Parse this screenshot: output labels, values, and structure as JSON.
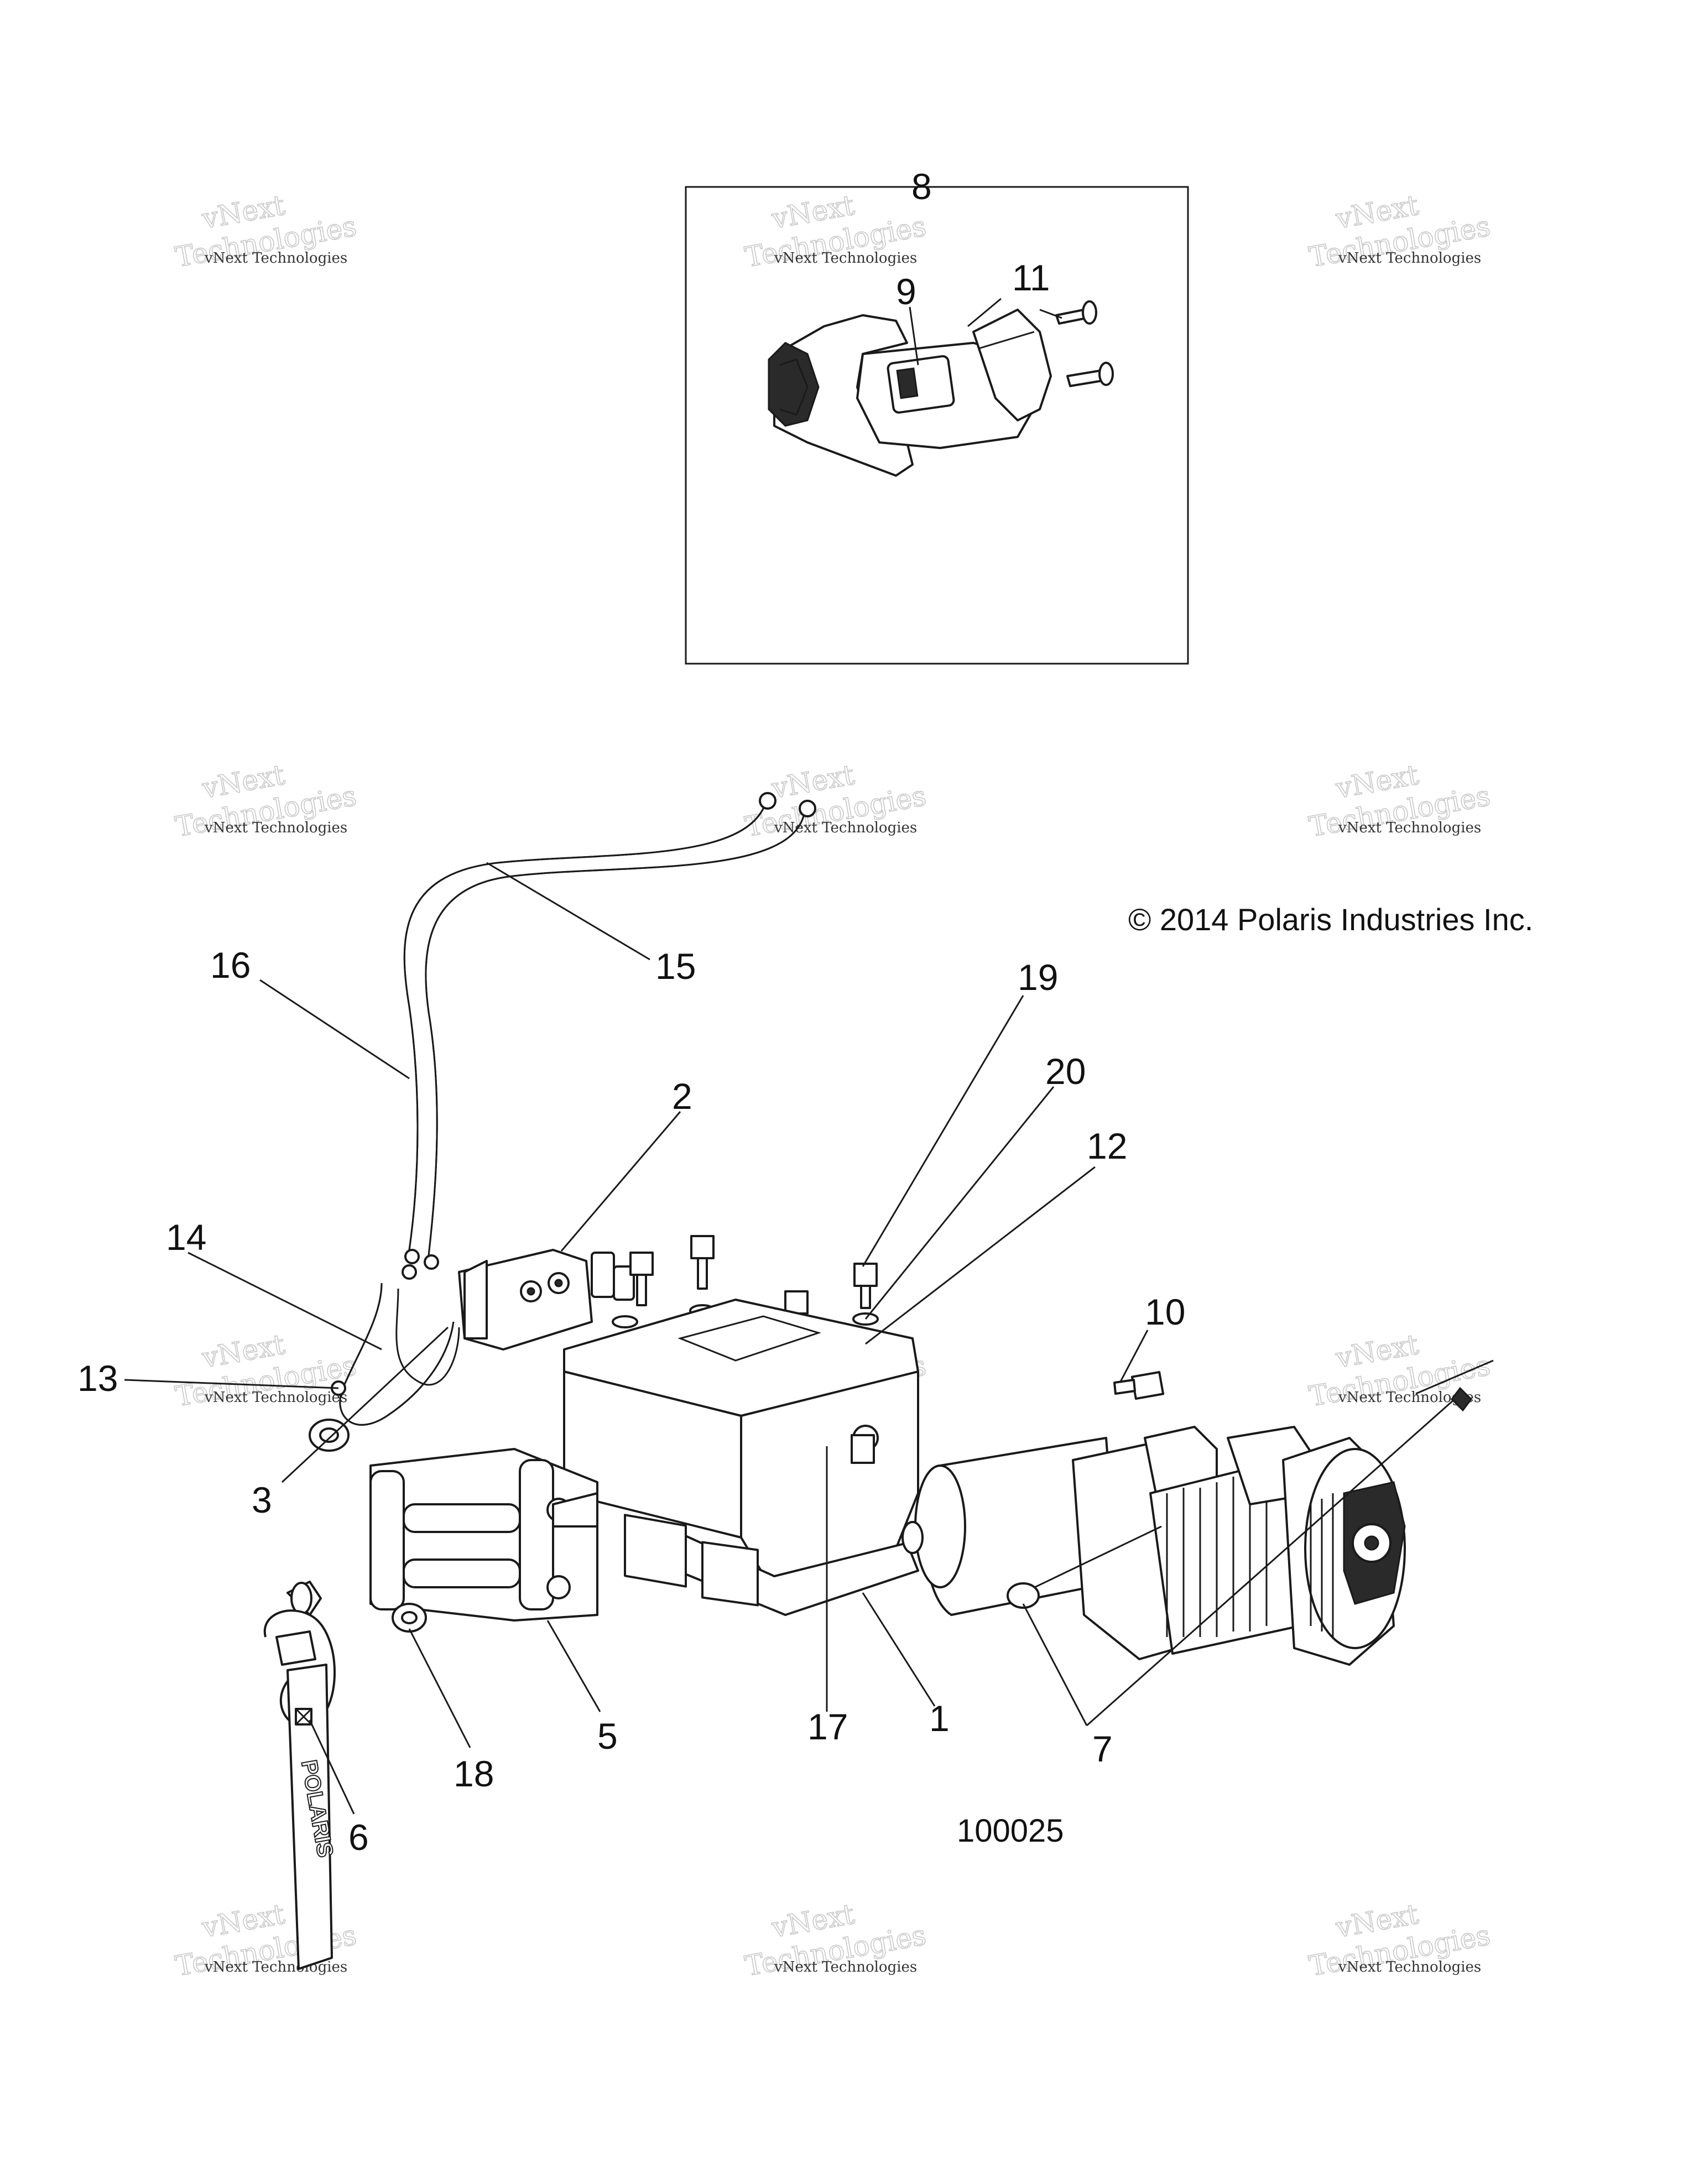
{
  "copyright": "© 2014 Polaris Industries Inc.",
  "figure_number": "100025",
  "strap_brand": "POLARIS",
  "watermark": {
    "line1": "vNext",
    "line2": "Technologies",
    "small": "vNext Technologies"
  },
  "callouts": {
    "c1": "1",
    "c2": "2",
    "c3": "3",
    "c5": "5",
    "c6": "6",
    "c7": "7",
    "c8": "8",
    "c9": "9",
    "c10": "10",
    "c11": "11",
    "c12": "12",
    "c13": "13",
    "c14": "14",
    "c15": "15",
    "c16": "16",
    "c17": "17",
    "c18": "18",
    "c19": "19",
    "c20": "20"
  }
}
